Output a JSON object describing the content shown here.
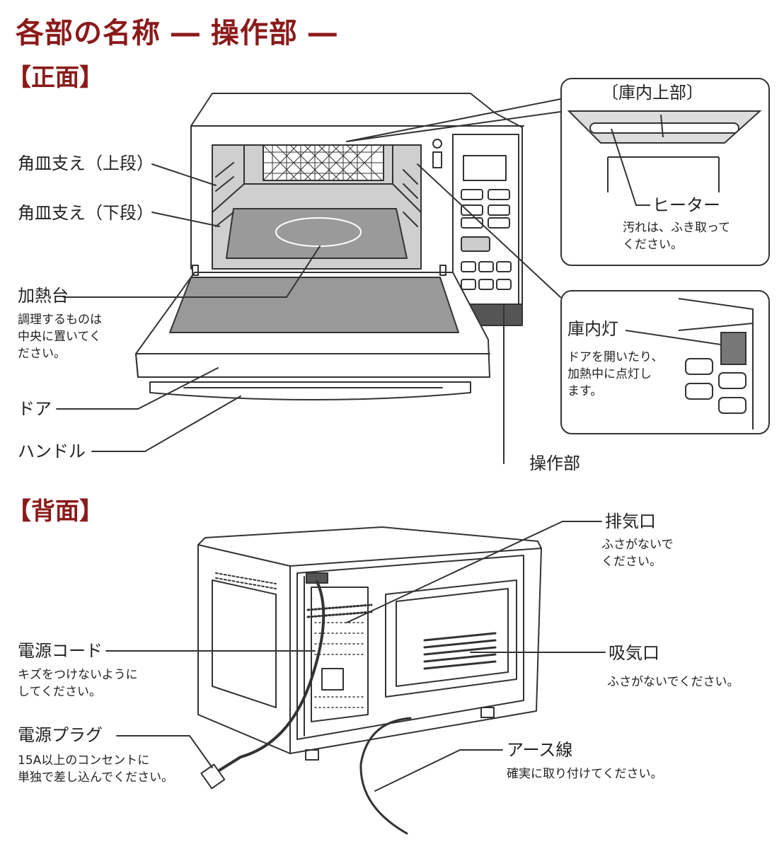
{
  "title": "各部の名称 ― 操作部 ―",
  "front": {
    "heading": "【正面】",
    "labels": {
      "rack_upper": "角皿支え（上段）",
      "rack_lower": "角皿支え（下段）",
      "heating_plate": "加熱台",
      "heating_plate_note": "調理するものは\n中央に置いてく\nださい。",
      "door": "ドア",
      "handle": "ハンドル",
      "control_panel": "操作部",
      "oven_top_inset": "〔庫内上部〕",
      "heater": "ヒーター",
      "heater_note": "汚れは、ふき取って\nください。",
      "oven_lamp": "庫内灯",
      "oven_lamp_note": "ドアを開いたり、\n加熱中に点灯し\nます。"
    }
  },
  "back": {
    "heading": "【背面】",
    "labels": {
      "exhaust": "排気口",
      "exhaust_note": "ふさがないで\nください。",
      "power_cord": "電源コード",
      "power_cord_note": "キズをつけないように\nしてください。",
      "intake": "吸気口",
      "intake_note": "ふさがないでください。",
      "power_plug": "電源プラグ",
      "power_plug_note": "15A以上のコンセントに\n単独で差し込んでください。",
      "ground_wire": "アース線",
      "ground_wire_note": "確実に取り付けてください。"
    }
  }
}
